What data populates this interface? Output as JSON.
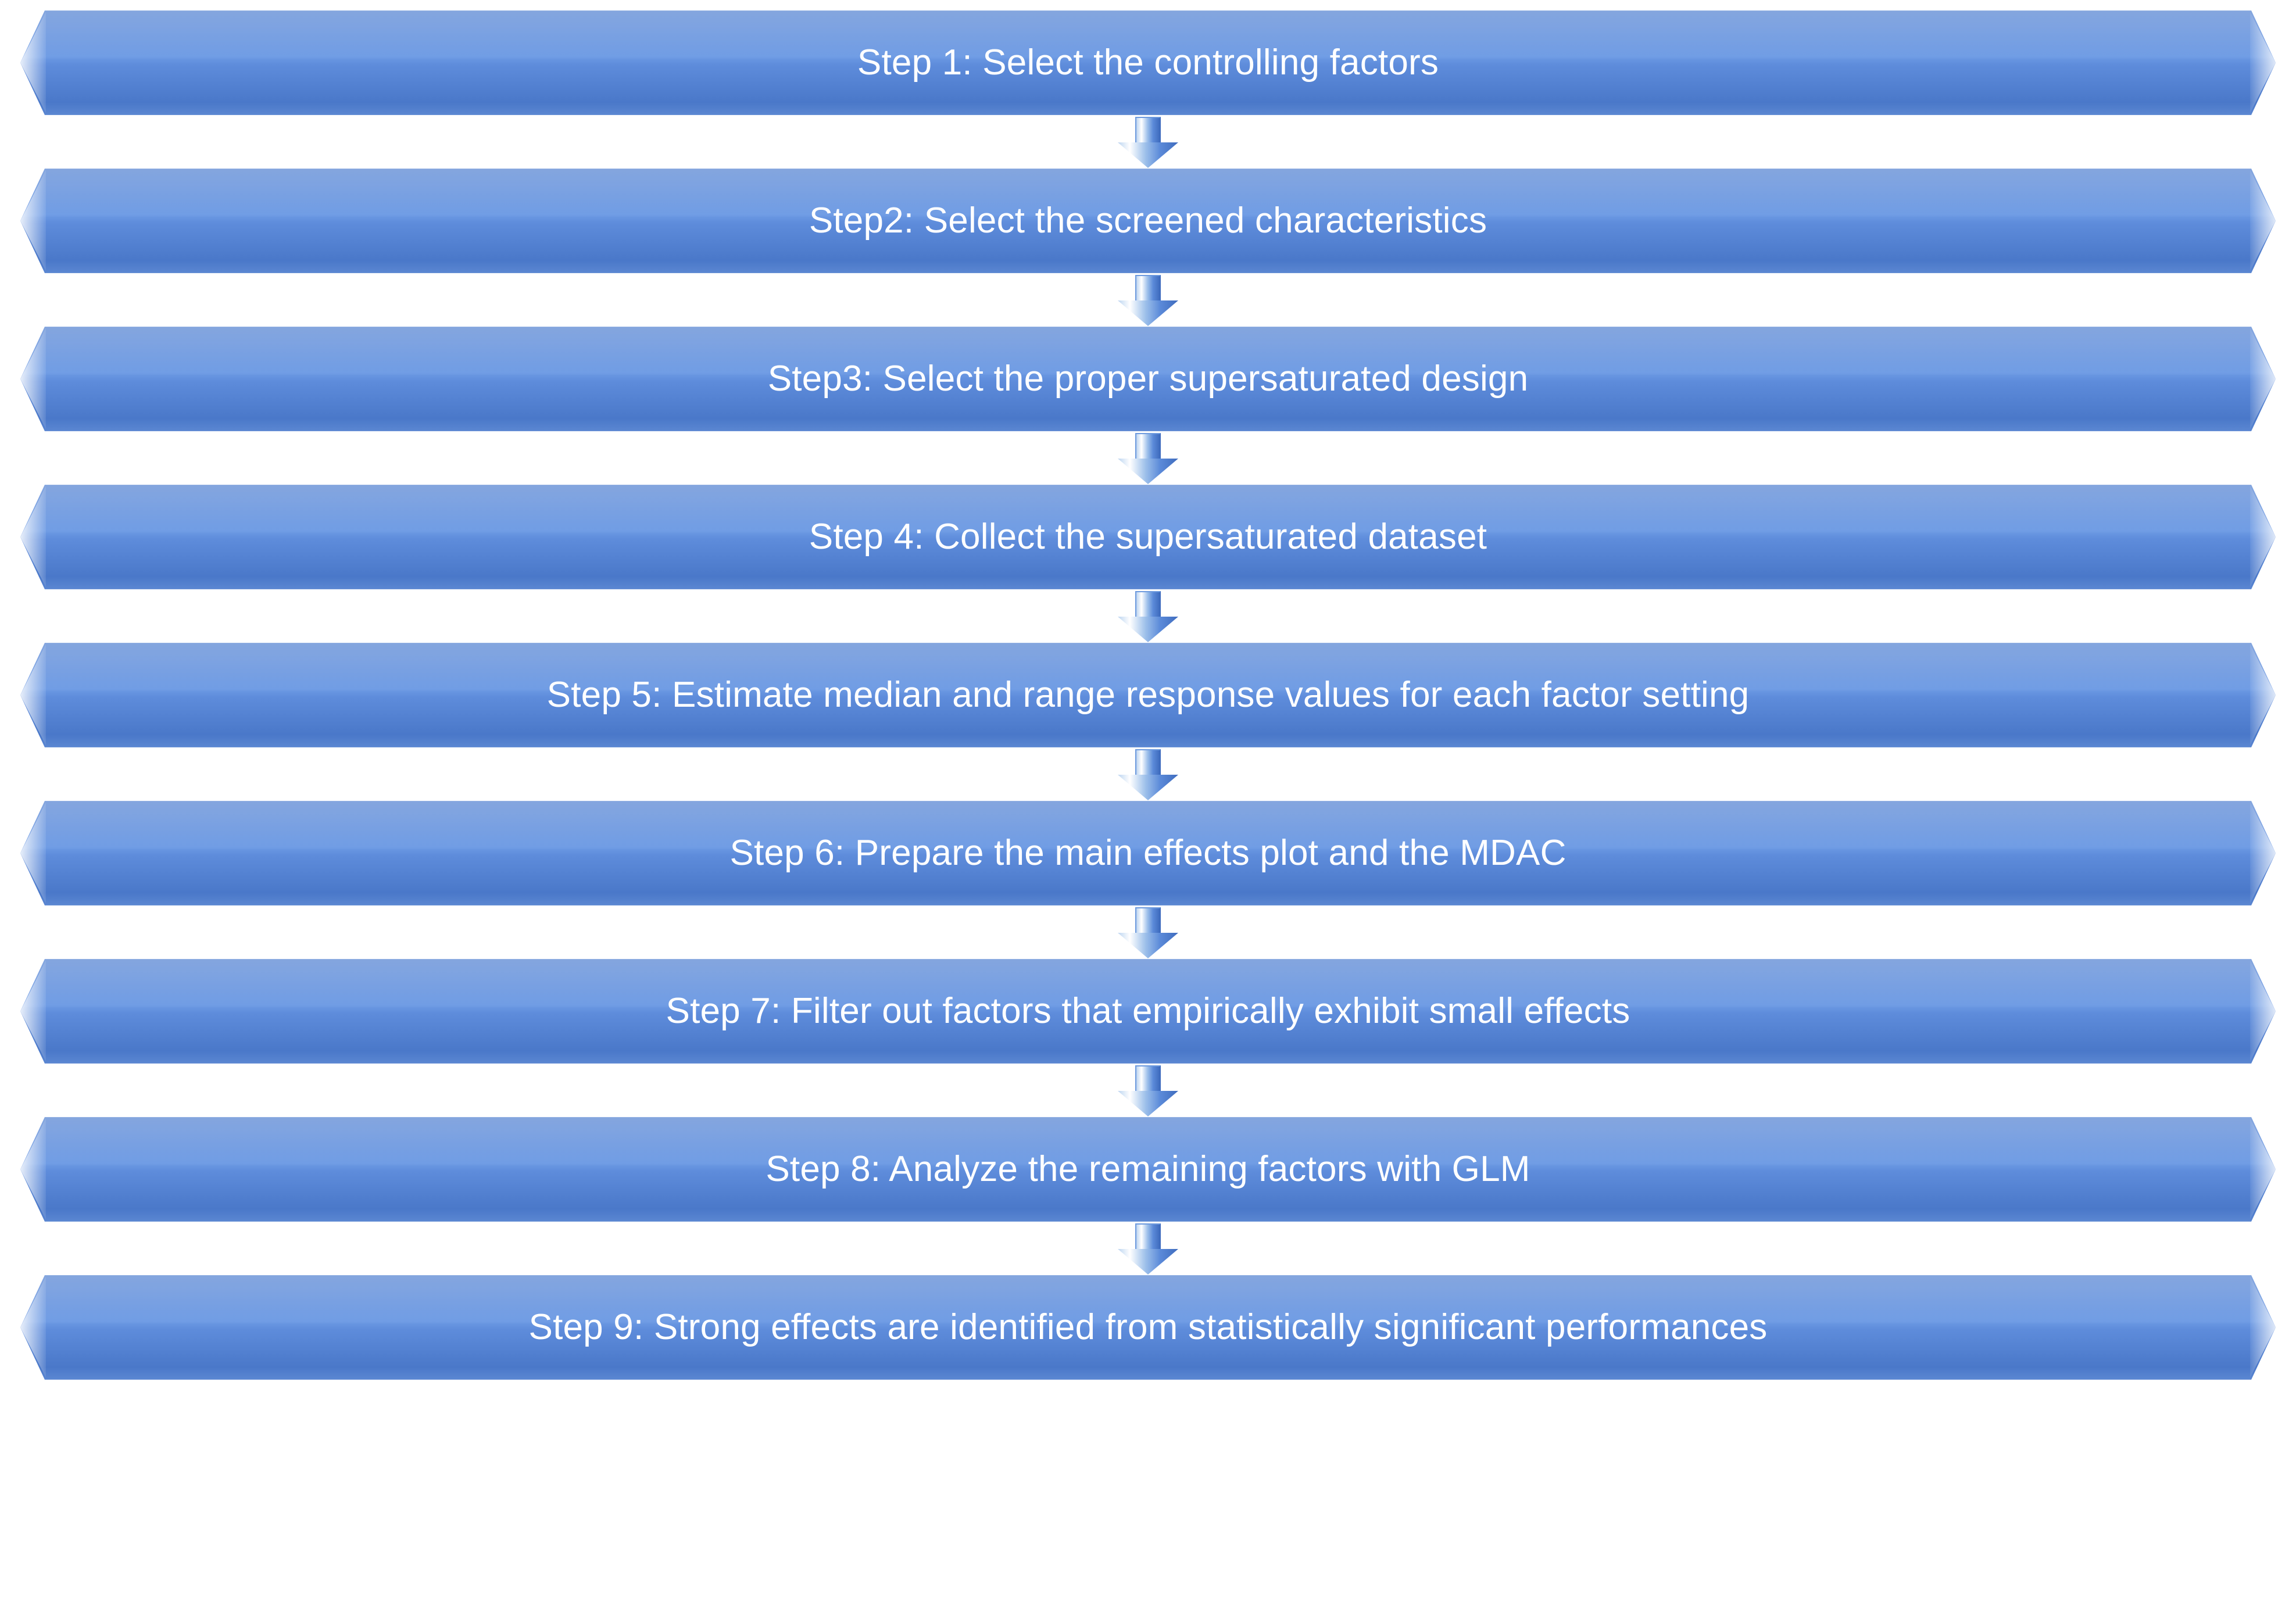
{
  "diagram": {
    "type": "flowchart",
    "orientation": "vertical",
    "shape": "right-arrow-pentagon-bar",
    "colors": {
      "box_fill": "#5b8ad9",
      "box_fill_dark": "#4a78c9",
      "box_text": "#ffffff",
      "arrow_fill": "#9dc0ea",
      "background": "#ffffff"
    },
    "steps": [
      {
        "id": "step-1",
        "label": "Step 1: Select the controlling factors"
      },
      {
        "id": "step-2",
        "label": "Step2: Select the screened characteristics"
      },
      {
        "id": "step-3",
        "label": "Step3: Select the proper supersaturated design"
      },
      {
        "id": "step-4",
        "label": "Step 4: Collect the supersaturated dataset"
      },
      {
        "id": "step-5",
        "label": "Step 5: Estimate median and range response values for each factor setting"
      },
      {
        "id": "step-6",
        "label": "Step 6: Prepare the main effects plot and the MDAC"
      },
      {
        "id": "step-7",
        "label": "Step 7: Filter out factors that empirically exhibit small effects"
      },
      {
        "id": "step-8",
        "label": "Step 8: Analyze the remaining factors with GLM"
      },
      {
        "id": "step-9",
        "label": "Step 9: Strong effects are identified from statistically significant performances"
      }
    ]
  }
}
